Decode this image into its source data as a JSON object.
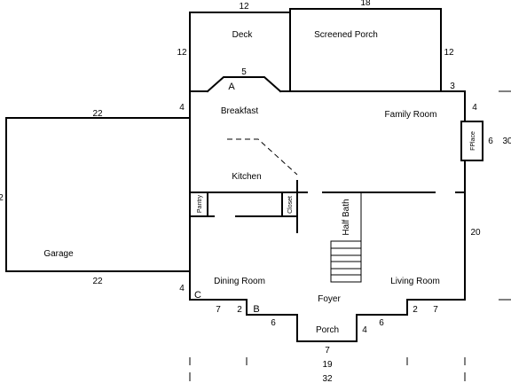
{
  "rooms": {
    "deck": "Deck",
    "screened_porch": "Screened Porch",
    "breakfast": "Breakfast",
    "family_room": "Family Room",
    "fplace": "FPlace",
    "kitchen": "Kitchen",
    "pantry": "Pantry",
    "closet": "Closet",
    "half_bath": "Half Bath",
    "garage": "Garage",
    "dining_room": "Dining Room",
    "living_room": "Living Room",
    "foyer": "Foyer",
    "porch": "Porch"
  },
  "markers": {
    "a": "A",
    "b": "B",
    "c": "C"
  },
  "dimensions": {
    "deck_width": "12",
    "screened_porch_width": "18",
    "deck_height": "12",
    "screened_porch_height": "12",
    "bay_width": "5",
    "breakfast_offset": "4",
    "porch_offset_right": "3",
    "family_offset": "4",
    "fplace_width": "6",
    "house_depth_right": "30",
    "garage_top": "22",
    "garage_depth": "2",
    "garage_bottom": "22",
    "dining_offset": "4",
    "dining_seg_7": "7",
    "dining_seg_2": "2",
    "foyer_seg_6": "6",
    "porch_depth": "4",
    "right_seg_6": "6",
    "right_seg_2": "2",
    "right_seg_7": "7",
    "living_depth": "20",
    "porch_width": "7",
    "center_width": "19",
    "total_width": "32"
  }
}
